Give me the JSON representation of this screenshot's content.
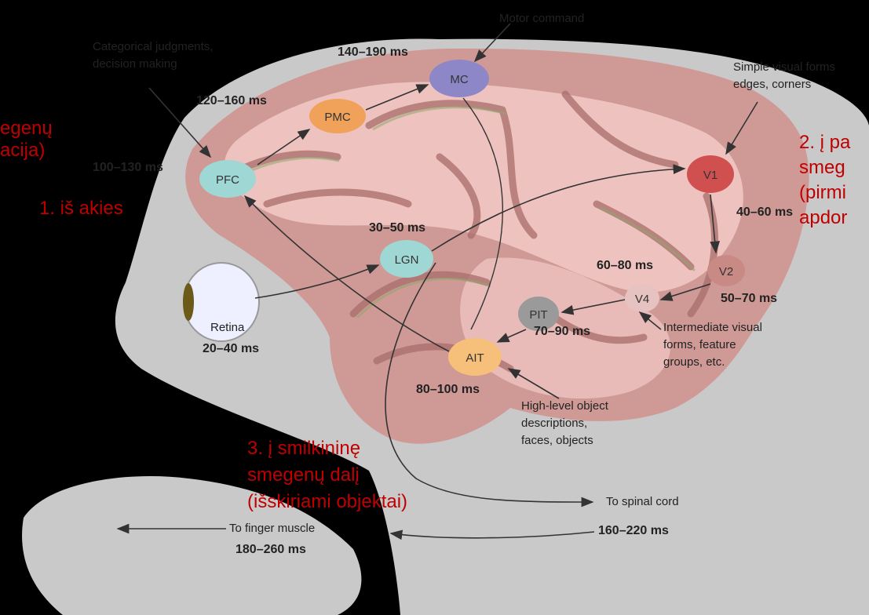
{
  "overlay": {
    "step_brain_line1": "egenų",
    "step_brain_line2": "acija)",
    "step_eye": "1. iš akies",
    "step_parietal_line1": "2. į pa",
    "step_parietal_line2": "smeg",
    "step_parietal_line3": "(pirmi",
    "step_parietal_line4": "apdor",
    "step_temporal_line1": "3. į smilkininę",
    "step_temporal_line2": "smegenų dalį",
    "step_temporal_line3": "(išskiriami objektai)"
  },
  "nodes": {
    "mc": "MC",
    "pmc": "PMC",
    "pfc": "PFC",
    "lgn": "LGN",
    "v1": "V1",
    "v2": "V2",
    "v4": "V4",
    "pit": "PIT",
    "ait": "AIT"
  },
  "timings": {
    "mc": "140–190 ms",
    "pmc": "120–160 ms",
    "pfc": "100–130 ms",
    "lgn": "30–50 ms",
    "v1": "40–60 ms",
    "v4": "60–80 ms",
    "v2": "50–70 ms",
    "pit": "70–90 ms",
    "ait": "80–100 ms",
    "retina": "20–40 ms",
    "spinal": "160–220 ms",
    "finger": "180–260 ms"
  },
  "annotations": {
    "motor_command": "Motor command",
    "categorical_1": "Categorical judgments,",
    "categorical_2": "decision making",
    "simple_1": "Simple visual forms",
    "simple_2": "edges, corners",
    "retina": "Retina",
    "intermediate_1": "Intermediate visual",
    "intermediate_2": "forms, feature",
    "intermediate_3": "groups, etc.",
    "highlevel_1": "High-level object",
    "highlevel_2": "descriptions,",
    "highlevel_3": "faces, objects",
    "to_spinal": "To spinal cord",
    "to_finger": "To finger muscle"
  },
  "colors": {
    "background": "#000000",
    "head": "#c9c9c9",
    "cortex": "#cf9a96",
    "cortex_light": "#f3c9c6",
    "gyri_dark": "#a86d6a",
    "red_text": "#c00000"
  }
}
